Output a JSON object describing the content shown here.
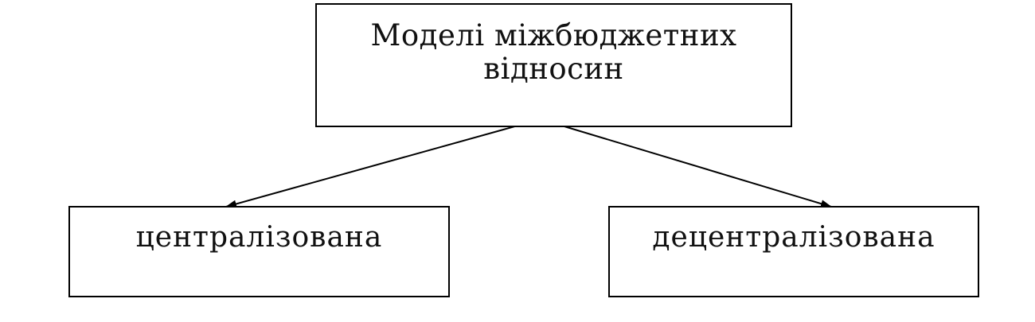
{
  "diagram": {
    "root": {
      "line1": "Моделі міжбюджетних",
      "line2": "відносин"
    },
    "children": [
      {
        "label": "централізована"
      },
      {
        "label": "децентралізована"
      }
    ],
    "colors": {
      "stroke": "#000000",
      "text": "#111111",
      "background": "#ffffff"
    }
  }
}
